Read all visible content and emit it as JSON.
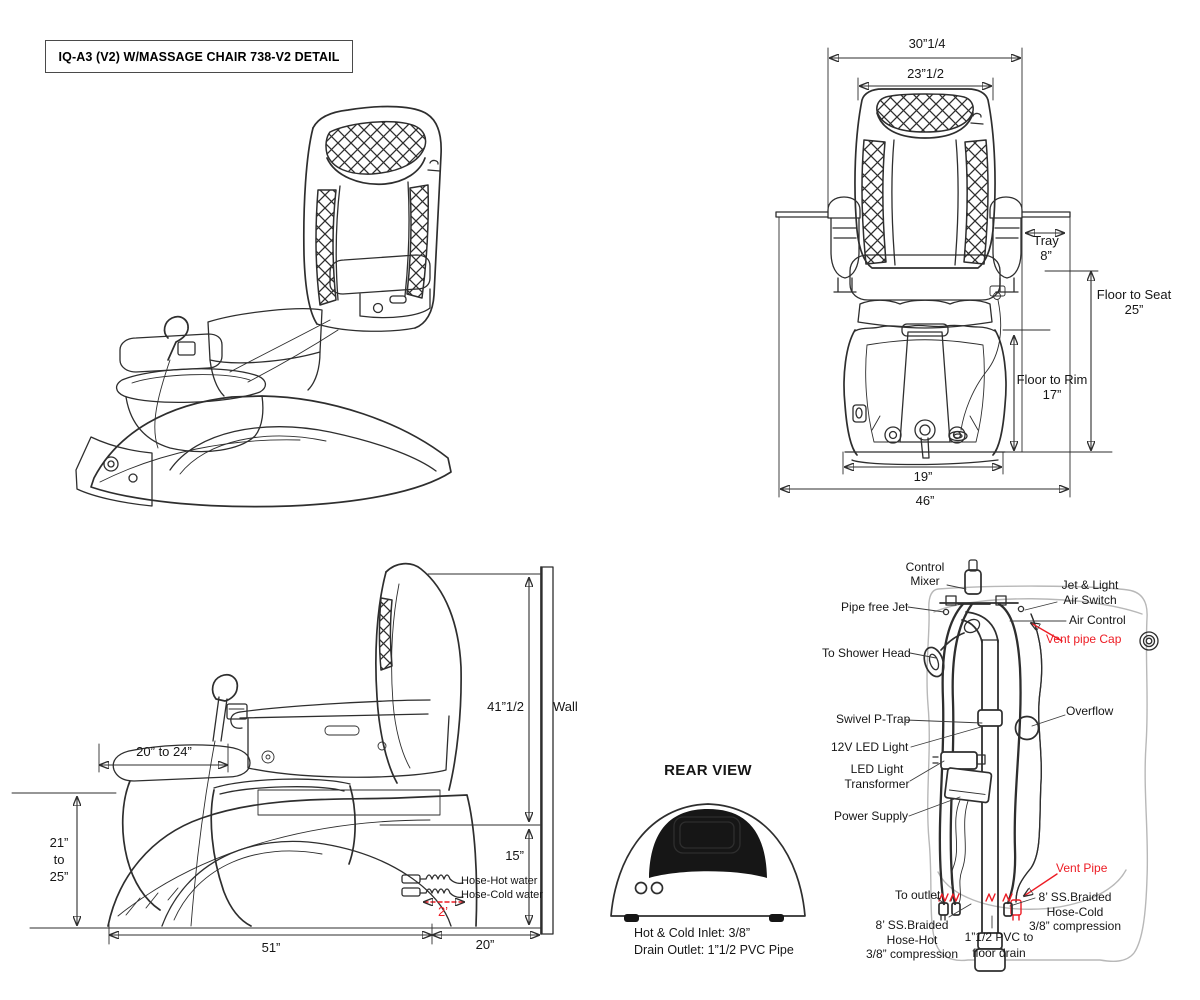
{
  "title": "IQ-A3 (V2) W/MASSAGE CHAIR 738-V2 DETAIL",
  "colors": {
    "line": "#2e2e2e",
    "red": "#ed1c24",
    "gray_body": "#b8b8b8"
  },
  "front_view": {
    "width_overall": "30”1/4",
    "width_backrest": "23”1/2",
    "tray": "Tray\n8”",
    "floor_to_seat": "Floor to Seat\n25”",
    "floor_to_rim": "Floor to Rim\n17”",
    "width_base": "19”",
    "width_total": "46”"
  },
  "side_view": {
    "height_backrest": "41”1/2",
    "wall": "Wall",
    "height_base": "15”",
    "depth_adjust": "20” to 24”",
    "rim_height": "21”\nto\n25”",
    "depth_base": "51”",
    "wall_clearance": "20”",
    "hose_hot": "Hose-Hot water",
    "hose_cold": "Hose-Cold water",
    "hose_length": "2’"
  },
  "rear_view": {
    "title": "REAR VIEW",
    "inlet_note": "Hot & Cold Inlet: 3/8”",
    "drain_note": "Drain Outlet: 1”1/2 PVC Pipe"
  },
  "plumbing": {
    "control_mixer": "Control\nMixer",
    "pipe_free_jet": "Pipe free Jet",
    "air_switch": "Jet & Light\nAir Switch",
    "air_control": "Air Control",
    "vent_pipe_cap": "Vent pipe Cap",
    "shower_head": "To Shower Head",
    "p_trap": "Swivel P-Trap",
    "overflow": "Overflow",
    "led_light": "12V LED Light",
    "transformer": "LED Light\nTransformer",
    "power_supply": "Power Supply",
    "to_outlet": "To outlet",
    "vent_pipe": "Vent Pipe",
    "hose_cold": "8’ SS.Braided\nHose-Cold\n3/8” compression",
    "hose_hot": "8’ SS.Braided\nHose-Hot\n3/8” compression",
    "pvc_drain": "1”1/2 PVC to\nfloor drain"
  }
}
